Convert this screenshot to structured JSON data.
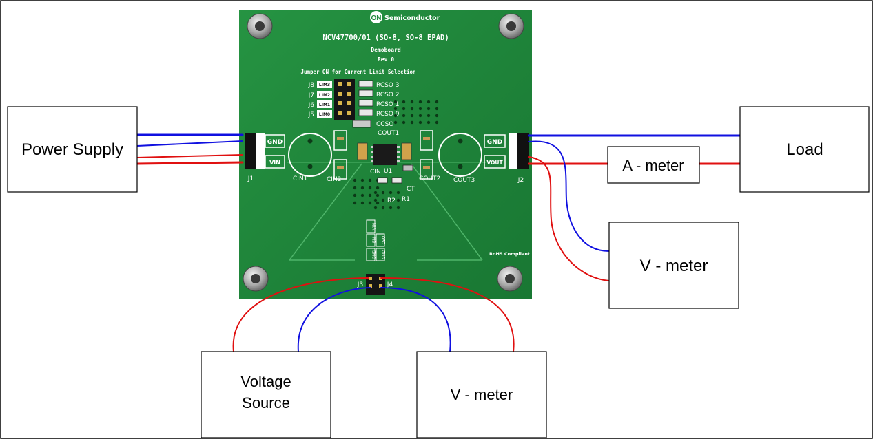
{
  "colors": {
    "frame": "#000000",
    "pcb": "#1f8a3b",
    "pcb_dark": "#177030",
    "wire_red": "#e01010",
    "wire_blue": "#1010e0",
    "silk": "#ffffff"
  },
  "boxes": {
    "power_supply": "Power Supply",
    "load": "Load",
    "a_meter": "A - meter",
    "v_meter_right": "V - meter",
    "voltage_source_line1": "Voltage",
    "voltage_source_line2": "Source",
    "v_meter_bottom": "V - meter"
  },
  "board": {
    "brand": "Semiconductor",
    "logo": "ON",
    "title": "NCV47700/01 (SO-8, SO-8 EPAD)",
    "subtitle": "Demoboard",
    "revision": "Rev 0",
    "jumper_note": "Jumper ON for Current Limit Selection",
    "rohs": "RoHS Compliant",
    "jumpers": [
      "J8",
      "J7",
      "J6",
      "J5"
    ],
    "jumper_tags": [
      "LIM3",
      "LIM2",
      "LIM1",
      "LIM0"
    ],
    "resistors": [
      "RCSO 3",
      "RCSO 2",
      "RCSO 1",
      "RCSO 0"
    ],
    "ccso": "CCSO",
    "connector_left": {
      "gnd": "GND",
      "vin": "VIN",
      "ref": "J1"
    },
    "connector_right": {
      "gnd": "GND",
      "vout": "VOUT",
      "ref": "J2"
    },
    "bottom_header": {
      "labels": [
        "VIN",
        "EN",
        "CSO",
        "GND",
        "GND"
      ],
      "refs": [
        "J3",
        "J4"
      ]
    },
    "components": {
      "cin1": "CIN1",
      "cin2": "CIN2",
      "cin": "CIN",
      "cout1": "COUT1",
      "cout2": "COUT2",
      "cout3": "COUT3",
      "u1": "U1",
      "ct": "CT",
      "r1": "R1",
      "r2": "R2"
    }
  }
}
